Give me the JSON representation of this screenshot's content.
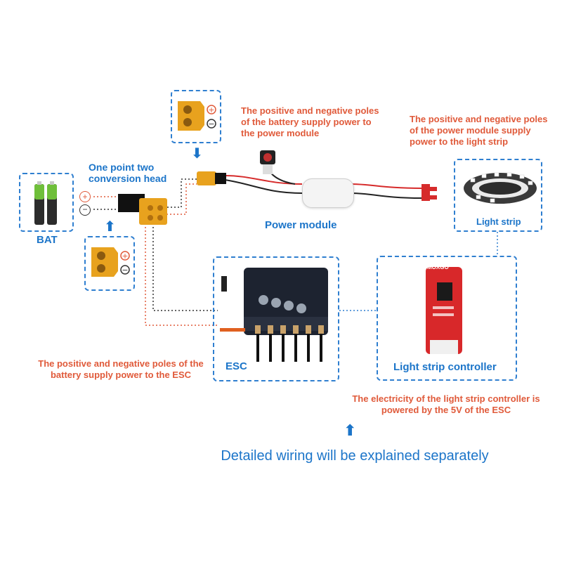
{
  "labels": {
    "bat": "BAT",
    "conversion_head": "One point two conversion head",
    "power_module": "Power module",
    "light_strip": "Light strip",
    "esc": "ESC",
    "light_strip_controller": "Light strip controller",
    "battery_to_power_module": "The positive and negative poles of the battery supply power to the power module",
    "power_module_to_light_strip": "The positive and negative poles of the power module supply power to the light strip",
    "battery_to_esc": "The positive and negative poles of the battery supply power to the ESC",
    "controller_powered": "The electricity of the light strip controller is powered by the 5V of the ESC",
    "footer": "Detailed wiring will be explained separately",
    "board_brand": "MOXGO"
  },
  "symbols": {
    "plus": "+",
    "minus": "−"
  },
  "colors": {
    "accent_blue": "#1c75c9",
    "note_red": "#e05a3a",
    "dash_blue": "#2f7fd0",
    "connector_orange": "#e8a21e",
    "pcb_dark": "#1d2330",
    "pcb_red": "#d8282a",
    "battery_green": "#6fbf3a"
  },
  "icons": [
    "battery-icon",
    "xt60-connector-icon",
    "arrow-up-icon",
    "arrow-down-icon",
    "switch-icon"
  ]
}
